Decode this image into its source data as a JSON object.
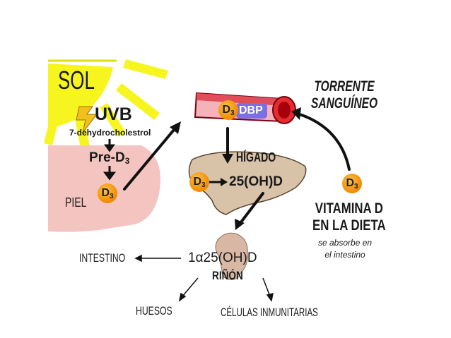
{
  "labels": {
    "sun": "SOL",
    "uvb": "UVB",
    "dehydrocholesterol": "7-dehydrocholestrol",
    "pre_d3_prefix": "Pre-D",
    "pre_d3_sub": "3",
    "skin": "PIEL",
    "d3_letter": "D",
    "d3_sub": "3",
    "dbp": "DBP",
    "blood_stream_line1": "TORRENTE",
    "blood_stream_line2": "SANGUÍNEO",
    "liver": "HÍGADO",
    "calcidiol": "25(OH)D",
    "diet_line1": "VITAMINA D",
    "diet_line2": "EN LA DIETA",
    "diet_note_line1": "se absorbe en",
    "diet_note_line2": "el intestino",
    "calcitriol": "1α25(OH)D",
    "kidney": "RIÑÓN",
    "intestine": "INTESTINO",
    "bones": "HUESOS",
    "immune_cells": "CÉLULAS INMUNITARIAS"
  },
  "colors": {
    "sun": "#f7f520",
    "skin": "#f4c4c0",
    "d3_bubble": "#f08a00",
    "dbp_box": "#7b6ee6",
    "blood_vessel": "#e52d30",
    "liver": "#d8c2a8",
    "kidney": "#d8b8a4"
  }
}
